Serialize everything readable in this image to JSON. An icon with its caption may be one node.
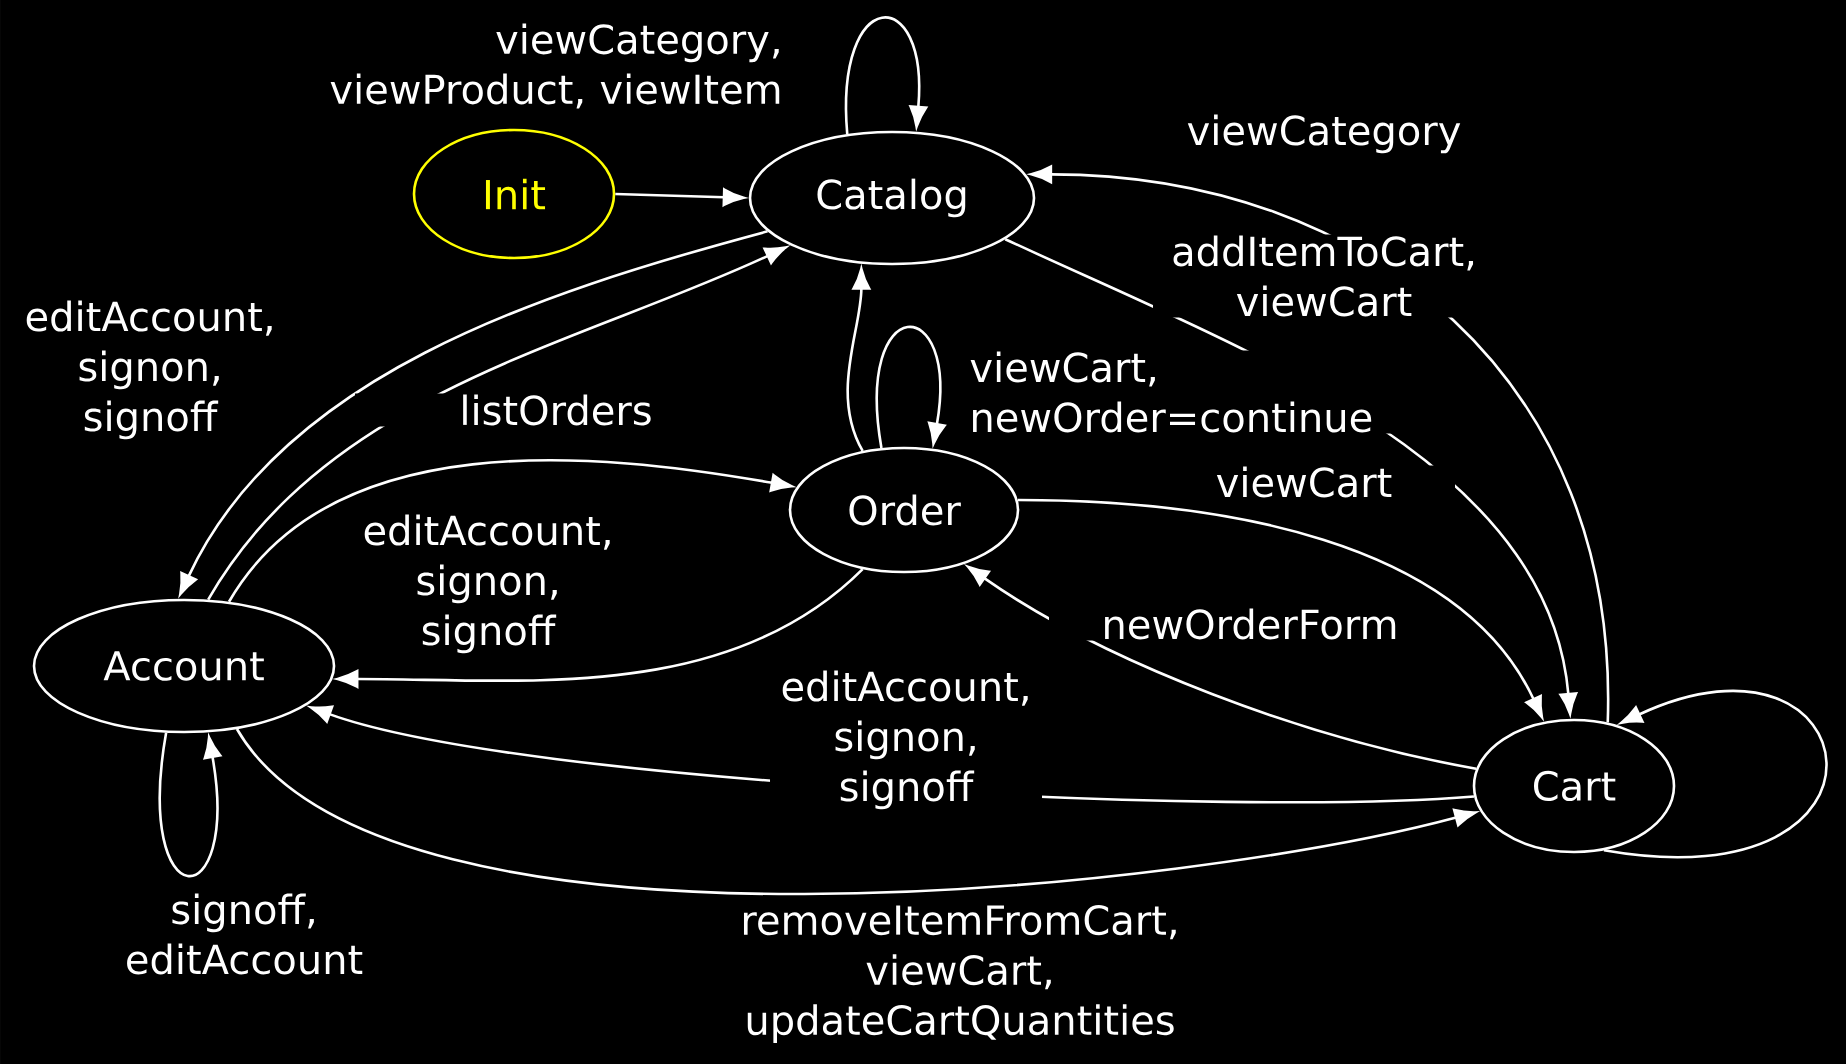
{
  "diagram": {
    "nodes": [
      {
        "text": [
          "Init"
        ]
      },
      {
        "text": [
          "Catalog"
        ]
      },
      {
        "text": [
          "Order"
        ]
      },
      {
        "text": [
          "Account"
        ]
      },
      {
        "text": [
          "Cart"
        ]
      }
    ],
    "edges": [
      {
        "from": 0,
        "to": 1,
        "arrow": "to"
      },
      {
        "from": 1,
        "to": 1,
        "arrow": "to",
        "label": "viewCategory, viewProduct, viewItem"
      },
      {
        "from": 1,
        "to": 3,
        "arrow": "to",
        "label": "editAccount, signon, signoff"
      },
      {
        "from": 3,
        "to": 1,
        "arrow": "to"
      },
      {
        "from": 2,
        "to": 1,
        "arrow": "to"
      },
      {
        "from": 2,
        "to": 2,
        "arrow": "to",
        "label": "viewCart, newOrder=continue"
      },
      {
        "from": 3,
        "to": 2,
        "arrow": "to",
        "label": "listOrders"
      },
      {
        "from": 2,
        "to": 3,
        "arrow": "to",
        "label": "editAccount, signon, signoff"
      },
      {
        "from": 2,
        "to": 4,
        "arrow": "to",
        "label": "viewCart"
      },
      {
        "from": 1,
        "to": 4,
        "arrow": "to",
        "label": "addItemToCart, viewCart"
      },
      {
        "from": 4,
        "to": 1,
        "arrow": "to",
        "label": "viewCategory"
      },
      {
        "from": 4,
        "to": 2,
        "arrow": "to",
        "label": "newOrderForm"
      },
      {
        "from": 4,
        "to": 3,
        "arrow": "to",
        "label": "editAccount, signon, signoff"
      },
      {
        "from": 3,
        "to": 4,
        "arrow": "to",
        "label": "removeItemFromCart, viewCart, updateCartQuantities"
      },
      {
        "from": 3,
        "to": 3,
        "arrow": "to",
        "label": "signoff, editAccount"
      },
      {
        "from": 4,
        "to": 4,
        "arrow": "to"
      }
    ]
  }
}
